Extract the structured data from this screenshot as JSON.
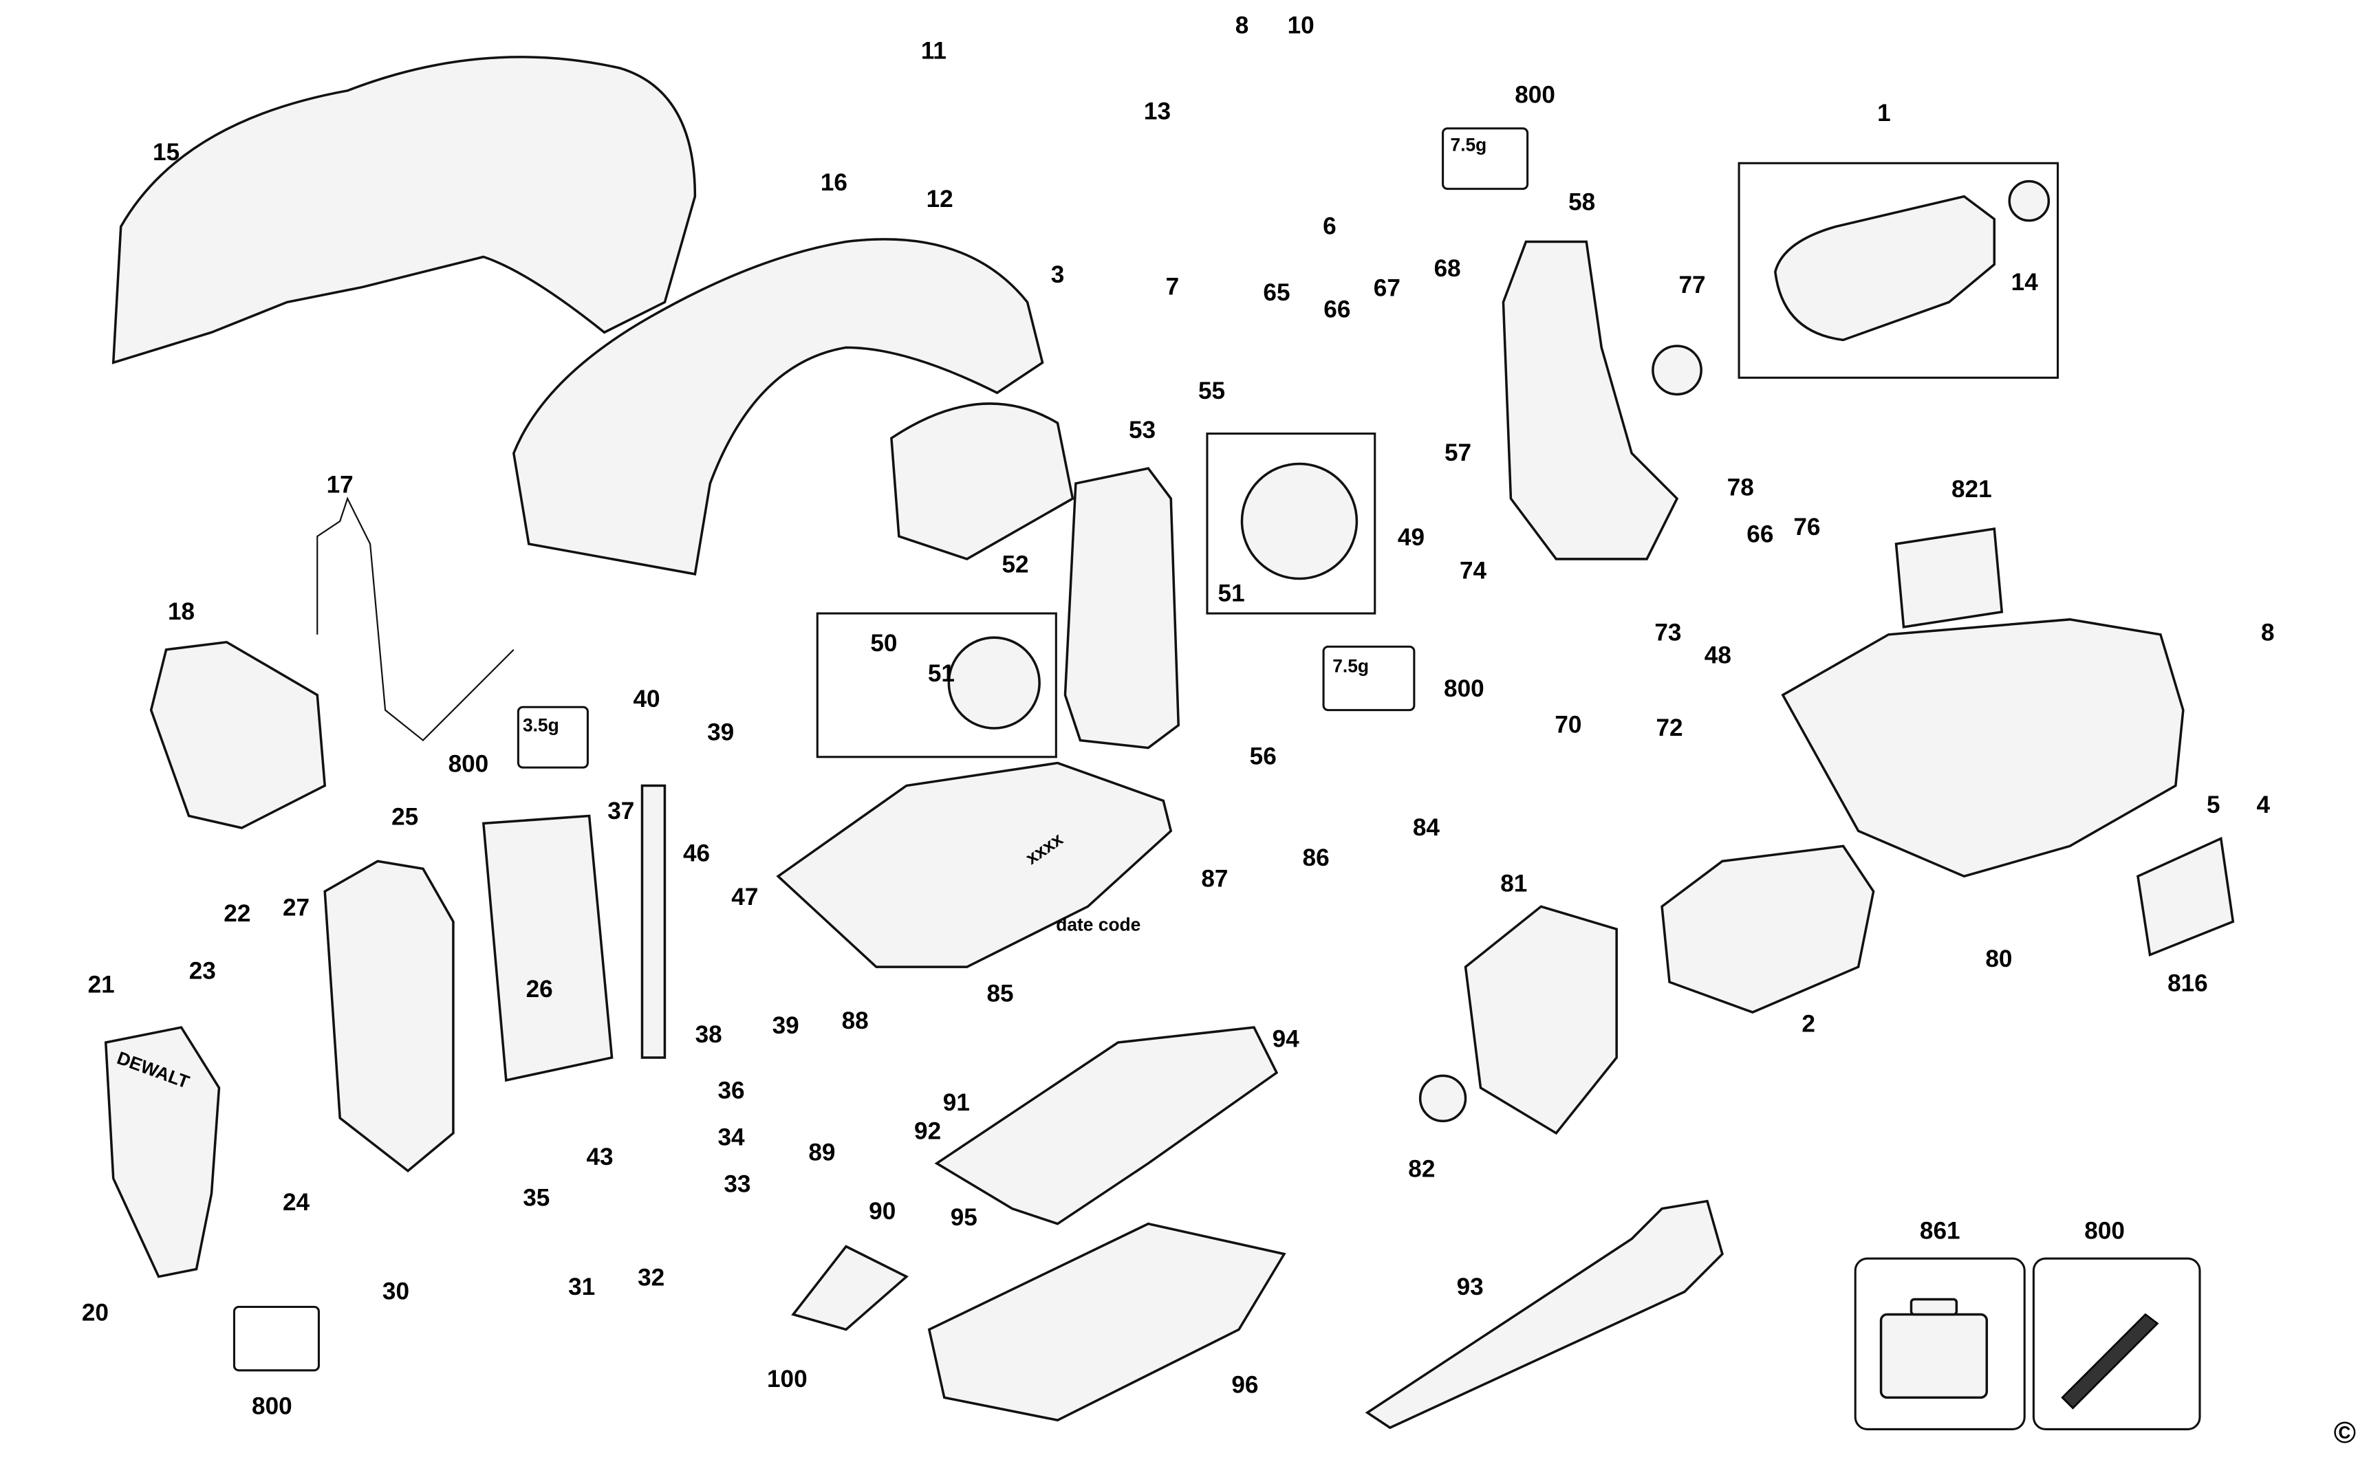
{
  "diagram": {
    "labels": [
      "15",
      "11",
      "12",
      "13",
      "3",
      "8",
      "10",
      "800",
      "7.5g",
      "6",
      "7",
      "1",
      "14",
      "16",
      "58",
      "77",
      "65",
      "66",
      "67",
      "68",
      "57",
      "49",
      "74",
      "55",
      "51",
      "53",
      "52",
      "50",
      "51",
      "17",
      "18",
      "40",
      "39",
      "800",
      "3.5g",
      "25",
      "37",
      "46",
      "47",
      "26",
      "22",
      "27",
      "23",
      "21",
      "38",
      "39",
      "36",
      "43",
      "34",
      "35",
      "33",
      "24",
      "20",
      "30",
      "31",
      "32",
      "800",
      "56",
      "7.5g",
      "800",
      "70",
      "73",
      "48",
      "72",
      "78",
      "66",
      "76",
      "821",
      "8",
      "5",
      "4",
      "84",
      "86",
      "87",
      "85",
      "date code",
      "88",
      "91",
      "92",
      "89",
      "90",
      "95",
      "94",
      "100",
      "96",
      "81",
      "82",
      "2",
      "80",
      "816",
      "93",
      "861",
      "800",
      "xxxx"
    ],
    "copyright": "©",
    "brand_mark": "DEWALT",
    "icons": [
      "grease-tube-icon",
      "toolbox-icon"
    ]
  }
}
